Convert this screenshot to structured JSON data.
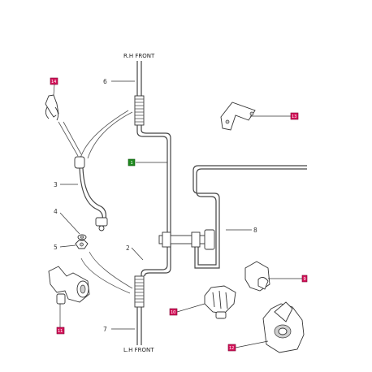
{
  "labels": {
    "rh_front": "R.H FRONT",
    "lh_front": "L.H FRONT"
  },
  "callouts": {
    "n1": "1",
    "n2": "2",
    "n3": "3",
    "n4": "4",
    "n5": "5",
    "n6": "6",
    "n7": "7",
    "n8": "8",
    "n9": "9",
    "n10": "10",
    "n11": "11",
    "n12": "12",
    "n13": "13",
    "n14": "14"
  },
  "colors": {
    "badge_red": "#d4145a",
    "badge_green": "#1e8a1e"
  }
}
